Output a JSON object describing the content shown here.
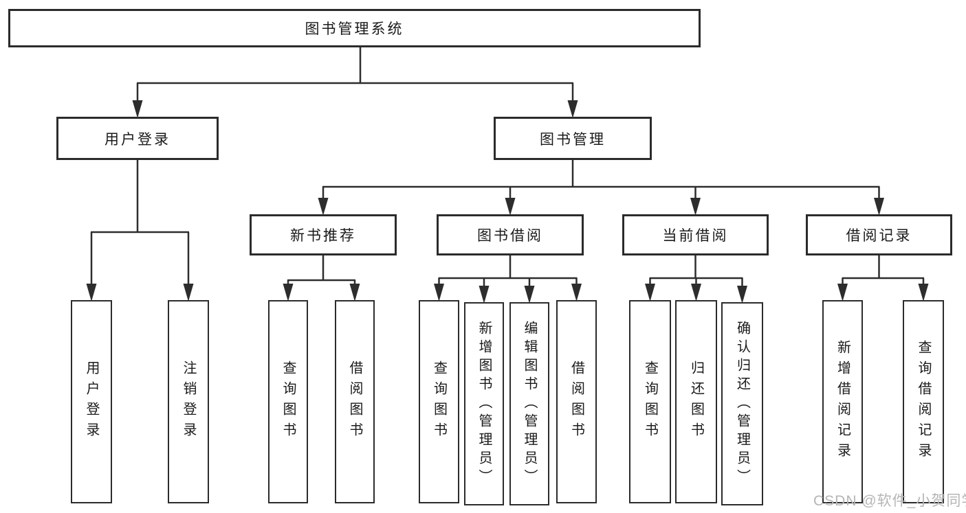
{
  "title": "图书管理系统",
  "watermark": "CSDN @软件_小贺同学",
  "colors": {
    "background": "#ffffff",
    "line": "#2d2d2d",
    "box_border": "#2b2b2b",
    "text": "#1a1a1a",
    "watermark": "#b5b5b5"
  },
  "nodes": [
    {
      "id": "root",
      "label": "图书管理系统",
      "parent": null
    },
    {
      "id": "user-login",
      "label": "用户登录",
      "parent": "root"
    },
    {
      "id": "book-management",
      "label": "图书管理",
      "parent": "root"
    },
    {
      "id": "new-book-recommendation",
      "label": "新书推荐",
      "parent": "book-management"
    },
    {
      "id": "book-borrowing",
      "label": "图书借阅",
      "parent": "book-management"
    },
    {
      "id": "current-borrowing",
      "label": "当前借阅",
      "parent": "book-management"
    },
    {
      "id": "borrowing-records",
      "label": "借阅记录",
      "parent": "book-management"
    },
    {
      "id": "user-login-leaf",
      "label": "用户登录",
      "parent": "user-login"
    },
    {
      "id": "logout-leaf",
      "label": "注销登录",
      "parent": "user-login"
    },
    {
      "id": "query-books-recommend",
      "label": "查询图书",
      "parent": "new-book-recommendation"
    },
    {
      "id": "borrow-books-recommend",
      "label": "借阅图书",
      "parent": "new-book-recommendation"
    },
    {
      "id": "query-books-borrowing",
      "label": "查询图书",
      "parent": "book-borrowing"
    },
    {
      "id": "add-books-admin",
      "label": "新增图书（管理员）",
      "parent": "book-borrowing"
    },
    {
      "id": "edit-books-admin",
      "label": "编辑图书（管理员）",
      "parent": "book-borrowing"
    },
    {
      "id": "borrow-books-borrowing",
      "label": "借阅图书",
      "parent": "book-borrowing"
    },
    {
      "id": "query-books-current",
      "label": "查询图书",
      "parent": "current-borrowing"
    },
    {
      "id": "return-books",
      "label": "归还图书",
      "parent": "current-borrowing"
    },
    {
      "id": "confirm-return-admin",
      "label": "确认归还（管理员）",
      "parent": "current-borrowing"
    },
    {
      "id": "add-borrow-record",
      "label": "新增借阅记录",
      "parent": "borrowing-records"
    },
    {
      "id": "query-borrow-record",
      "label": "查询借阅记录",
      "parent": "borrowing-records"
    }
  ]
}
